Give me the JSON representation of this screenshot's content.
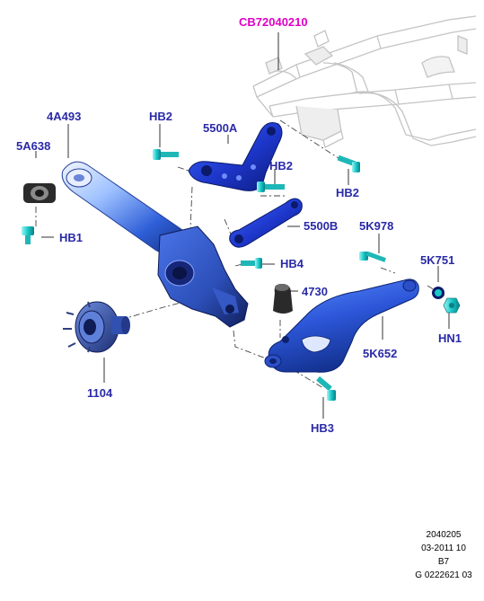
{
  "diagram": {
    "accent_colors": {
      "callout_text": "#2a2aa8",
      "highlight_callout": "#e000c8",
      "part_blue": "#1f3fd0",
      "part_cyan": "#19c8c8",
      "ghost_subframe": "#d9d9d9"
    },
    "callouts": {
      "subframe": "CB72040210",
      "lower_arm_front": "4A493",
      "bushing": "5A638",
      "bolt_hb1": "HB1",
      "bolt_hb2_top": "HB2",
      "upper_arm_a": "5500A",
      "bolt_hb2_mid": "HB2",
      "bolt_hb2_right": "HB2",
      "upper_arm_b": "5500B",
      "spring_seat_bolt": "5K978",
      "bolt_hb4": "HB4",
      "spring_pad": "4730",
      "bushing_5k751": "5K751",
      "nut_hn1": "HN1",
      "lower_arm_rear": "5K652",
      "hub": "1104",
      "bolt_hb3": "HB3"
    },
    "footer": {
      "line1": "2040205",
      "line2": "03-2011 10",
      "line3": "B7",
      "line4": "G 0222621 03"
    }
  }
}
